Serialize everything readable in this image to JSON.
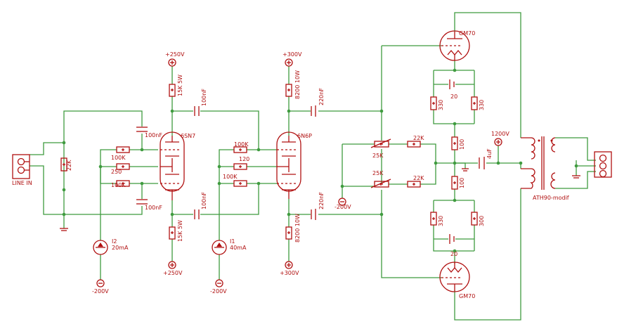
{
  "colors": {
    "wire": "#3f9b3f",
    "part": "#b01010",
    "background": "#ffffff"
  },
  "labels": {
    "line_in": "LINE IN",
    "r_in": "22K",
    "v250_top": "+250V",
    "v250_bot": "+250V",
    "r15k_top": "15K 5W",
    "r15k_bot": "15K 5W",
    "c100_top": "100nF",
    "c100_bot": "100nF",
    "c100_in_top": "100nF",
    "c100_in_bot": "100nF",
    "tube1": "6SN7",
    "r100k_a": "100K",
    "r100k_b": "100K",
    "r250": "250",
    "i2_name": "I2",
    "i2_val": "20mA",
    "m200_a": "-200V",
    "v300_top": "+300V",
    "v300_bot": "+300V",
    "r8200_top": "8200 10W",
    "r8200_bot": "8200 10W",
    "tube2": "6N6P",
    "r100k_c": "100K",
    "r100k_d": "100K",
    "r120": "120",
    "i1_name": "I1",
    "i1_val": "40mA",
    "m200_b": "-200V",
    "c220_top": "220nF",
    "c220_bot": "220nF",
    "m200_c": "-200V",
    "pot25k_top": "25K",
    "pot25k_bot": "25K",
    "r22k_top": "22K",
    "r22k_bot": "22K",
    "gm70_top": "GM70",
    "gm70_bot": "GM70",
    "r20_top": "20",
    "r20_bot": "20",
    "r330_a": "330",
    "r330_b": "330",
    "r330_c": "330",
    "r300": "300",
    "r100_a": "100",
    "r100_b": "100",
    "c4uf": "4uF",
    "v1200": "1200V",
    "xfmr": "ATH90-modif"
  }
}
